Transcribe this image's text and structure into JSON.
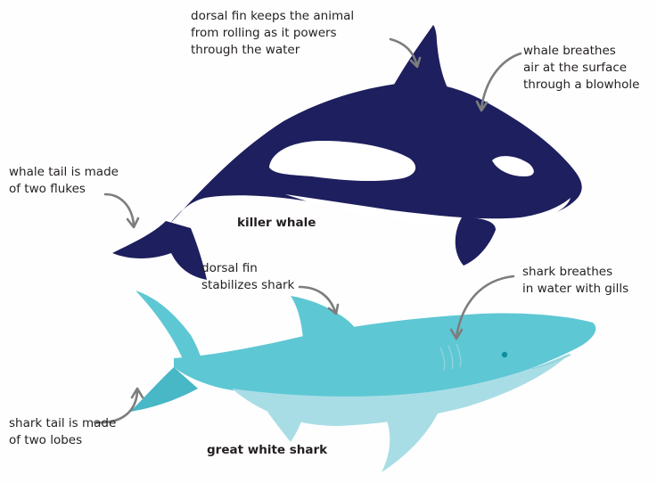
{
  "diagram": {
    "colors": {
      "whale_dark": "#1e1f5e",
      "whale_white": "#ffffff",
      "shark_light": "#5ec7d4",
      "shark_mid": "#48b7c6",
      "shark_belly": "#a9dde5",
      "arrow": "#7d7d7d",
      "text": "#231f20"
    },
    "animals": {
      "whale_name": "killer whale",
      "shark_name": "great white shark"
    },
    "labels": {
      "whale_dorsal_fin": "dorsal fin keeps the animal\nfrom rolling as it powers\nthrough the water",
      "whale_blowhole": "whale breathes\nair at the surface\nthrough a blowhole",
      "whale_tail": "whale tail is made\nof two flukes",
      "shark_dorsal_fin": "dorsal fin\nstabilizes shark",
      "shark_gills": "shark breathes\nin water with gills",
      "shark_tail": "shark tail is made\nof two lobes"
    }
  }
}
